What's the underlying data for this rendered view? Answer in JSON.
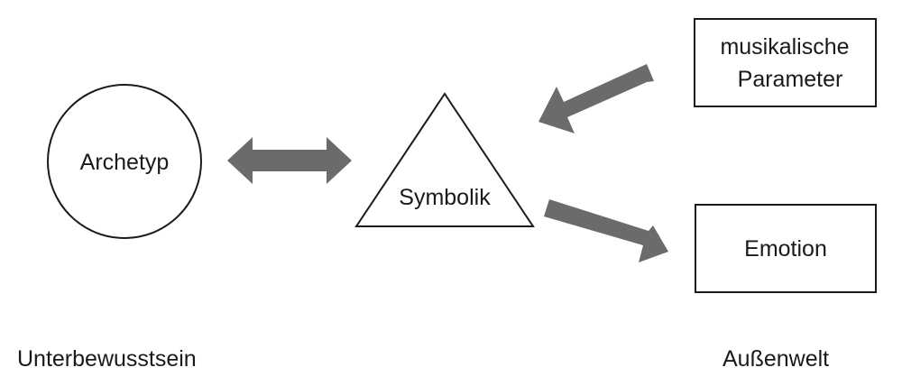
{
  "diagram": {
    "nodes": {
      "archetyp": {
        "label": "Archetyp",
        "shape": "circle"
      },
      "symbolik": {
        "label": "Symbolik",
        "shape": "triangle"
      },
      "parameter": {
        "label_line1": "musikalische",
        "label_line2": "Parameter",
        "shape": "box"
      },
      "emotion": {
        "label": "Emotion",
        "shape": "box"
      }
    },
    "edges": [
      {
        "from": "archetyp",
        "to": "symbolik",
        "direction": "both"
      },
      {
        "from": "parameter",
        "to": "symbolik",
        "direction": "forward"
      },
      {
        "from": "symbolik",
        "to": "emotion",
        "direction": "forward"
      }
    ],
    "footer": {
      "left": "Unterbewusstsein",
      "right": "Außenwelt"
    },
    "colors": {
      "arrow": "#6b6b6b",
      "stroke": "#1a1a1a",
      "background": "#ffffff"
    }
  }
}
